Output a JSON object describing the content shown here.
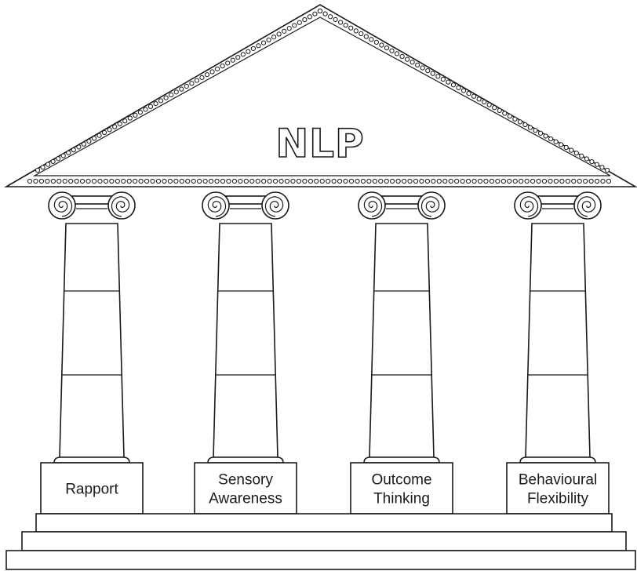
{
  "title": "NLP",
  "pillars": [
    {
      "lines": [
        "Rapport"
      ]
    },
    {
      "lines": [
        "Sensory",
        "Awareness"
      ]
    },
    {
      "lines": [
        "Outcome",
        "Thinking"
      ]
    },
    {
      "lines": [
        "Behavioural",
        "Flexibility"
      ]
    }
  ]
}
